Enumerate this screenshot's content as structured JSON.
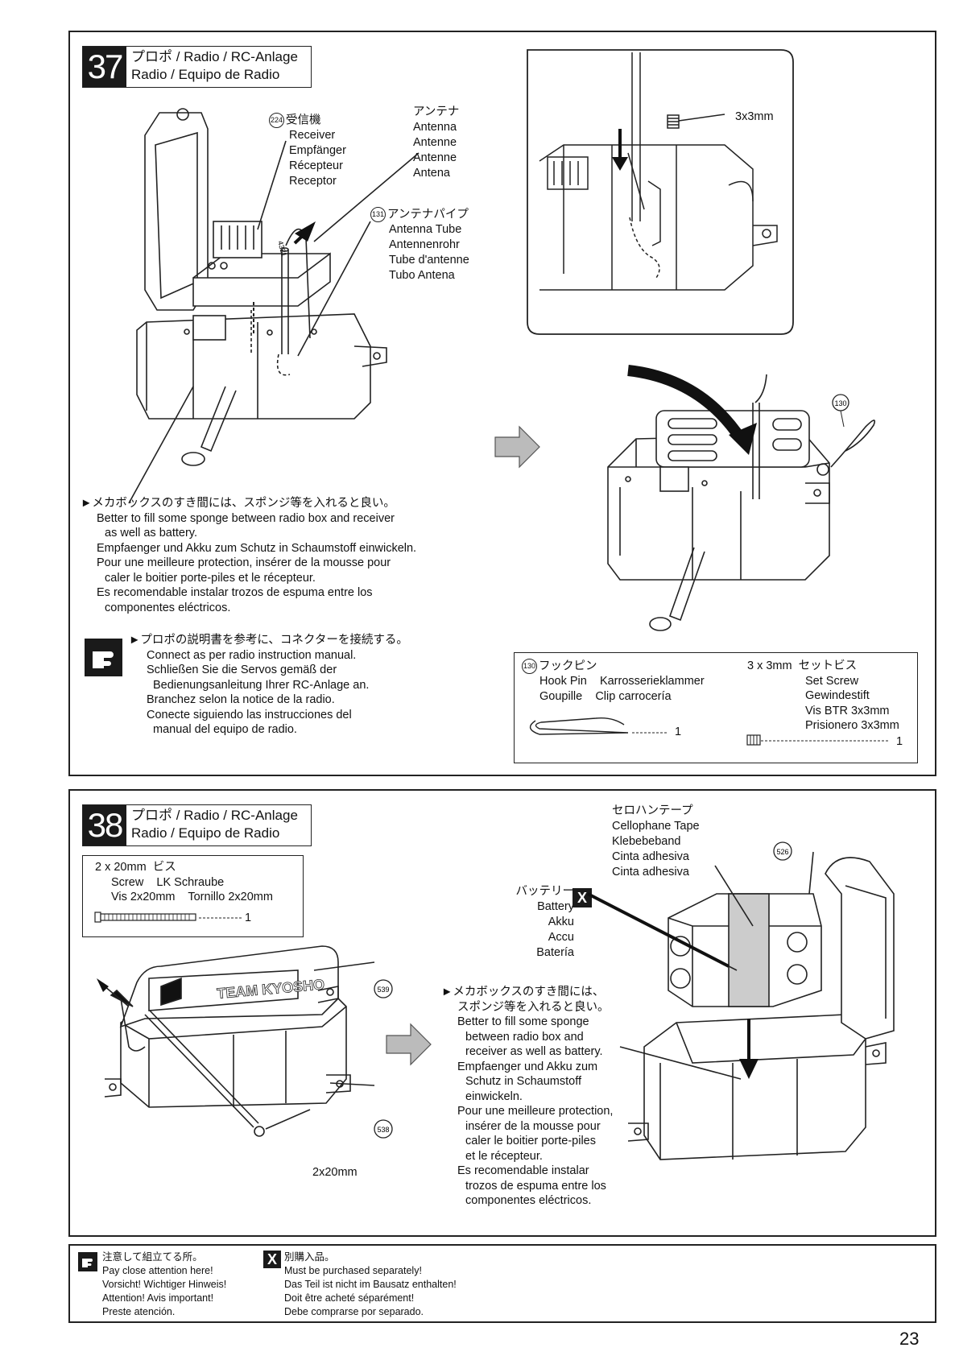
{
  "step37": {
    "number": "37",
    "title_line1": "プロポ / Radio / RC-Anlage",
    "title_line2": "Radio / Equipo de Radio",
    "receiver_label": {
      "num": "224",
      "lines": [
        "受信機",
        "Receiver",
        "Empfänger",
        "Récepteur",
        "Receptor"
      ]
    },
    "antenna_label": {
      "lines": [
        "アンテナ",
        "Antenna",
        "Antenne",
        "Antenne",
        "Antena"
      ]
    },
    "antenna_tube_label": {
      "num": "131",
      "lines": [
        "アンテナパイプ",
        "Antenna Tube",
        "Antennenrohr",
        "Tube d'antenne",
        "Tubo Antena"
      ]
    },
    "detail_screw_label": "3x3mm",
    "hook_pin_num": "130",
    "receiver_mark": "4321",
    "note_sponge": [
      "►メカボックスのすき間には、スポンジ等を入れると良い。",
      "Better to fill some sponge between radio box and receiver",
      "as well as battery.",
      "Empfaenger und Akku zum Schutz in Schaumstoff einwickeln.",
      "Pour une meilleure protection, insérer de la mousse pour",
      "caler le boitier porte-piles et le récepteur.",
      "Es recomendable instalar trozos de espuma entre los",
      "componentes eléctricos."
    ],
    "note_connect": [
      "►プロポの説明書を参考に、コネクターを接続する。",
      "Connect as per radio instruction manual.",
      "Schließen Sie die Servos gemäß der",
      "Bedienungsanleitung Ihrer RC-Anlage an.",
      "Branchez selon la notice de la radio.",
      "Conecte siguiendo las instrucciones del",
      "manual del equipo de radio."
    ],
    "parts": {
      "hook_pin": {
        "num": "130",
        "name_jp": "フックピン",
        "line2": "Hook Pin    Karrosserieklammer",
        "line3": "Goupille    Clip carrocería",
        "qty": "1"
      },
      "set_screw": {
        "size": "3 x 3mm",
        "name_jp": "セットビス",
        "lines": [
          "Set Screw",
          "Gewindestift",
          "Vis BTR 3x3mm",
          "Prisionero 3x3mm"
        ],
        "qty": "1"
      }
    }
  },
  "step38": {
    "number": "38",
    "title_line1": "プロポ / Radio / RC-Anlage",
    "title_line2": "Radio / Equipo de Radio",
    "parts": {
      "screw": {
        "size": "2 x 20mm",
        "name_jp": "ビス",
        "line2": "Screw    LK Schraube",
        "line3": "Vis 2x20mm    Tornillo 2x20mm",
        "qty": "1"
      }
    },
    "cellophane_label": [
      "セロハンテープ",
      "Cellophane Tape",
      "Klebebeband",
      "Cinta adhesiva",
      "Cinta adhesiva"
    ],
    "battery_label": [
      "バッテリー",
      "Battery",
      "Akku",
      "Accu",
      "Batería"
    ],
    "battery_mark": "X",
    "cover_num": "539",
    "case_num": "538",
    "lid_num": "526",
    "screw_callout": "2x20mm",
    "box_logo": "TEAM KYOSHO",
    "note_sponge": [
      "►メカボックスのすき間には、",
      "スポンジ等を入れると良い。",
      "Better to fill some sponge",
      "between radio box and",
      "receiver as well as battery.",
      "Empfaenger und Akku zum",
      "Schutz in Schaumstoff",
      "einwickeln.",
      "Pour une meilleure protection,",
      "insérer de la mousse pour",
      "caler le boitier porte-piles",
      "et le récepteur.",
      "Es recomendable instalar",
      "trozos de espuma entre los",
      "componentes eléctricos."
    ]
  },
  "legend": {
    "attention": [
      "注意して組立てる所。",
      "Pay close attention here!",
      "Vorsicht!  Wichtiger Hinweis!",
      "Attention! Avis important!",
      "Preste atención."
    ],
    "separately_mark": "X",
    "separately": [
      "別購入品。",
      "Must be purchased separately!",
      "Das Teil ist nicht im Bausatz enthalten!",
      "Doit être acheté séparément!",
      "Debe comprarse por separado."
    ]
  },
  "page_number": "23"
}
